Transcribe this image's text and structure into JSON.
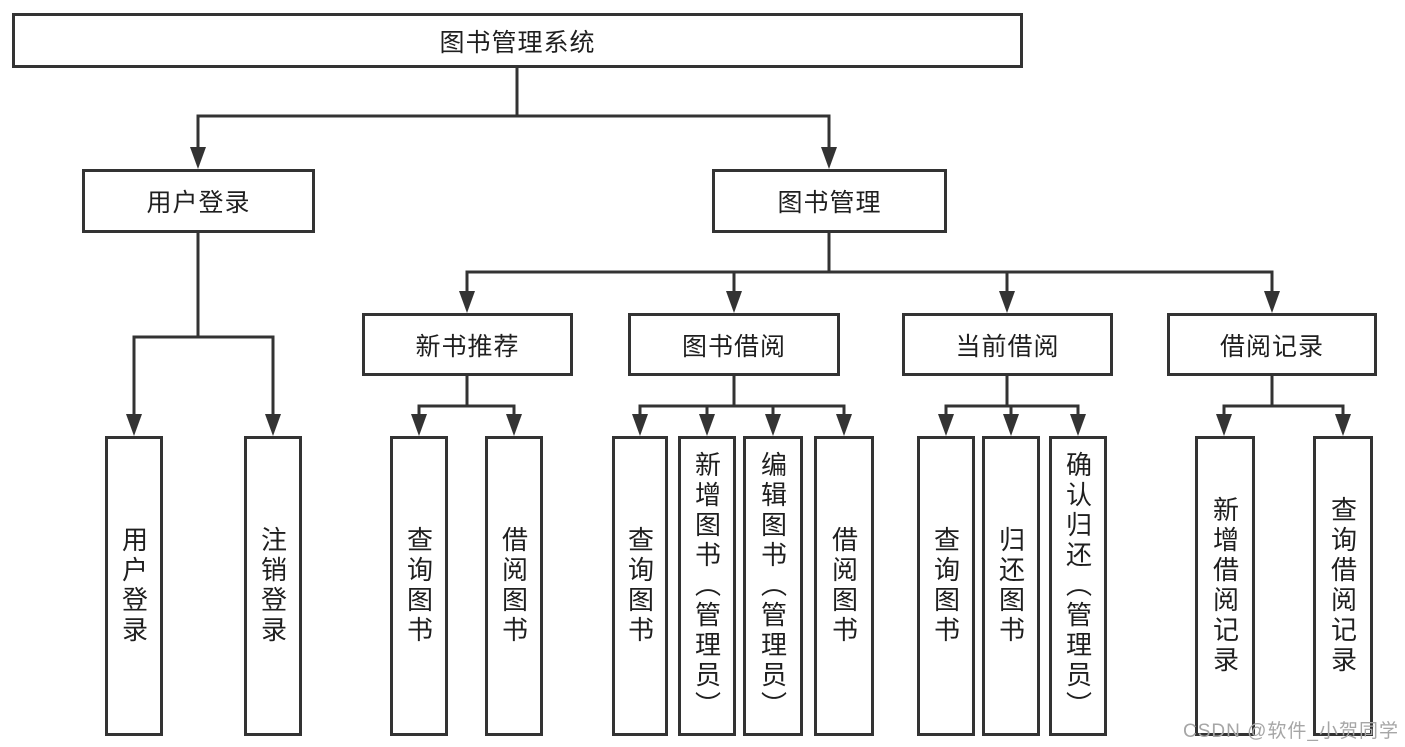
{
  "nodes": {
    "root": "图书管理系统",
    "login": "用户登录",
    "management": "图书管理",
    "recommend": "新书推荐",
    "borrow": "图书借阅",
    "current": "当前借阅",
    "records": "借阅记录"
  },
  "leaves": {
    "login": [
      "用户登录",
      "注销登录"
    ],
    "recommend": [
      "查询图书",
      "借阅图书"
    ],
    "borrow": [
      "查询图书",
      "新增图书（管理员）",
      "编辑图书（管理员）",
      "借阅图书"
    ],
    "current": [
      "查询图书",
      "归还图书",
      "确认归还（管理员）"
    ],
    "records": [
      "新增借阅记录",
      "查询借阅记录"
    ]
  },
  "watermark": "CSDN @软件_小贺同学",
  "colors": {
    "line": "#333333",
    "border": "#333333",
    "fill": "#ffffff",
    "text": "#1f1f1f",
    "watermark": "#a6a6a6"
  }
}
